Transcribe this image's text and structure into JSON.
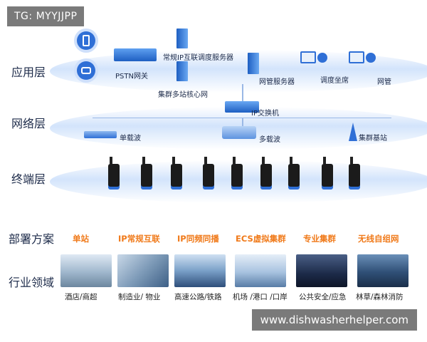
{
  "tag": "TG: MYYJJPP",
  "watermark": "www.dishwasherhelper.com",
  "layers": {
    "application": "应用层",
    "network": "网络层",
    "terminal": "终端层"
  },
  "app_nodes": {
    "pstn": "PSTN网关",
    "ip_dispatch": "常规IP互联调度服务器",
    "trunk_core": "集群多站核心网",
    "nm_server": "网管服务器",
    "dispatch_seat": "调度坐席",
    "nms": "网管"
  },
  "net_nodes": {
    "switch": "IP交换机",
    "single_carrier": "单载波",
    "multi_carrier": "多载波",
    "trunk_base": "集群基站"
  },
  "sections": {
    "deployment": "部署方案",
    "industry": "行业领域"
  },
  "deployments": [
    "单站",
    "IP常规互联",
    "IP同频同播",
    "ECS虚拟集群",
    "专业集群",
    "无线自组网"
  ],
  "industries": [
    "酒店/商超",
    "制造业/ 物业",
    "高速公路/铁路",
    "机场 /港口 /口岸",
    "公共安全/应急",
    "林草/森林消防"
  ],
  "colors": {
    "accent": "#f07a1a",
    "band": "#c4dbfa",
    "device": "#2f6fd6"
  }
}
